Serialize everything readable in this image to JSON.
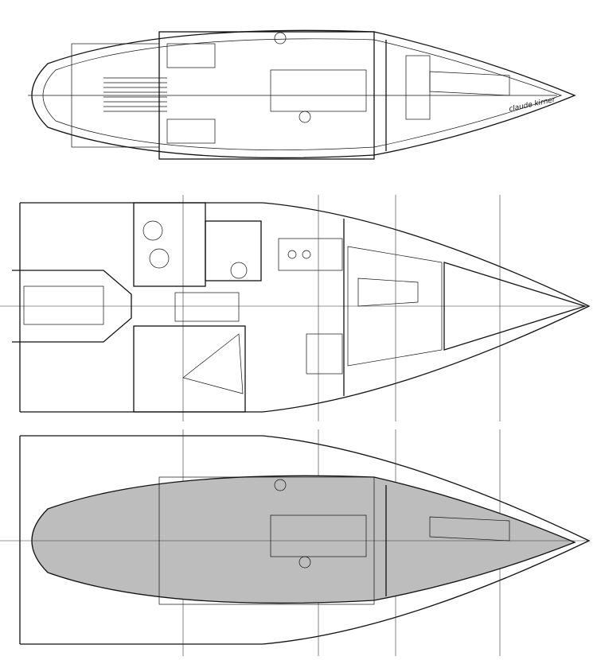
{
  "drawings": [
    {
      "id": "sketch-view",
      "signature": "claude kirner"
    },
    {
      "id": "accommodation-plan"
    },
    {
      "id": "overlay-view"
    }
  ]
}
